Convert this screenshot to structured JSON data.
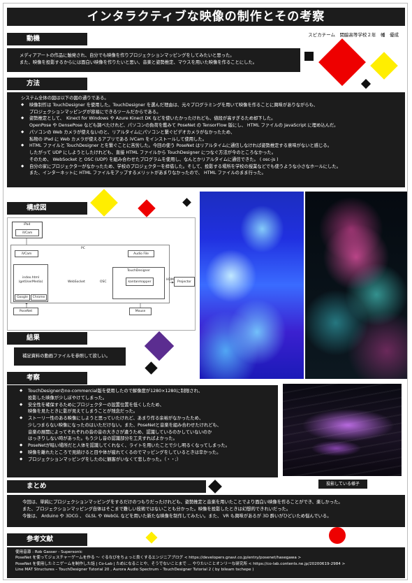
{
  "title": "インタラクティブな映像の制作とその考察",
  "author": "スピカチーム　関脇高等学校２年　幡　優成",
  "sections": {
    "motivation": {
      "label": "動機",
      "lines": [
        "メディアアートの作品に触発され、自分でも映像を作りプロジェクションマッピングをしてみたいと思った。",
        "また、映像を投影するからには面白い映像を作りたいと思い、音楽と姿勢推定、マウスを用いた映像を作ることにした。"
      ]
    },
    "method": {
      "label": "方法",
      "intro": "システム全体の図は以下の図の通りである。",
      "items": [
        {
          "text": "映像制作は TouchDesigner を使用した。TouchDesigner を選んだ理由は、元々プログラミングを用いて映像を作ることに興味がありながらも、",
          "cont": [
            "プロジェクションマッピングが容易にできるツールだからである。"
          ]
        },
        {
          "text": "姿勢推定として、　Kinect for Windows や Azure Kinect DK などを使いたかったけれども、値段が高すぎるため却下した。",
          "cont": [
            "OpenPose や DensePose なども調べたけれど、パソコンの負荷を鑑みて PoseNet の TensorFlow 版にし、 HTML ファイルの JavaScript に埋め込んだ。"
          ]
        },
        {
          "text": "パソコンの Web カメラが使えないのと、リアルタイムにパソコンと繋ぐビデオカメラがなかったため、",
          "cont": [
            "私物の iPad に Web カメラが使えるアプリである iVCam をインストールして使用した。"
          ]
        },
        {
          "text": " HTML ファイルと TouchDesigner とを繋ぐことに苦労した。今回の使う PoseNet はリアルタイムに通信しなければ姿勢推定する意味がないと感じる。",
          "cont": [
            "したがって UDP にしようとしたけれども、直接 HTML ファイルから TouchDesigner につなぐ方法が今のところなかった。",
            "そのため、 WebSocket と OSC (UDP) を組み合わせたプログラムを使用し、なんとかリアルタイムに通信できた。 ( osc-js )"
          ]
        },
        {
          "text": "自分の家にプロジェクターがなかったため、学校のプロジェクターを拝借した。そして、投影する場所を学校の授業などでも使うような小さなホールにした。",
          "cont": []
        }
      ],
      "tail": "また、インターネットに HTML ファイルをアップするメリットがあまりなかったので、 HTML ファイルのまま行った。"
    },
    "structure": {
      "label": "構成図"
    },
    "result": {
      "label": "結果",
      "text": "補足資料の動画ファイルを参照して欲しい。"
    },
    "discussion": {
      "label": "考察",
      "items": [
        {
          "text": "TouchDesignerのno-commercial版を使用したので解像度が1280×1280に制限され、",
          "cont": [
            "投影した映像が少しぼやけてしまった。"
          ]
        },
        {
          "text": "安全性を確保するためにプロジェクターの設置位置を低くしたため、",
          "cont": [
            "映像を見たときに影が見えてしまうことが残念だった。"
          ]
        },
        {
          "text": "ストーリー性のある映像にしようと思っていたけれど、あまり作る余裕がなかったため、",
          "cont": [
            "少しつまらない映像になったのはいただけない。また、PoseNetと音楽を組み合わせたけれども、",
            "音楽の展開によってそれぞれの音の音の大きさが違うため、認識しているのかしていないのか",
            "はっきりしない時があった。もう少し音の認識部分を工夫すればよかった。"
          ]
        },
        {
          "text": "PoseNetが暗い場所だと人体を認識してくれなく、ライトを用いたことで少し明るくなってしまった。",
          "cont": []
        },
        {
          "text": "映像を離れたところで見続けると目や体が疲れてくるのでマッピングをしているときは辛かった。",
          "cont": []
        },
        {
          "text": "プロジェクションマッピングをしたのに観客がいなくて悲しかった。（・・;）",
          "cont": []
        }
      ]
    },
    "summary": {
      "label": "まとめ",
      "lines": [
        "今回は、単純にプロジェクションマッピングをするだけのつもりだったけれども、姿勢推定と音楽を用いたことでより面白い映像を作ることができ、楽しかった。",
        "また、プロジェクションマッピング自体はそこまで難しい技術ではないことも分かった。映像を投影したときは幻想的できれいだった。",
        "今後は、 Arduino や 3DCG 、 GLSL や WebGL などを用いた新たな映像を制作してみたい。また、 VR も興味があるが 3D 酔いがひどいため悩んでいる。"
      ]
    },
    "references": {
      "label": "参考文献",
      "lines": [
        "使用音源 : Rob Gasser - Supersonic",
        "PoseNet を使ってジェスチャーゲームを作る ～ ぐるなびをちょっと良くするエンジニアブログ < https://developers.gnavi.co.jp/entry/posenet/hasegawa >",
        "PoseNet を使用したミニゲームを制作した話 | Co-Lab | ためになることや、そうでないことまで ... やりたいことオンリーな研究所 < https://co-lab.contents.ne.jp/20200619-2984 >",
        "Line MAT Structures – TouchDesigner Tutorial 20 ,  Aurora Audio Spectrum – TouchDesigner Tutorial 2 ( by bileam tschepe )"
      ]
    }
  },
  "diagram": {
    "ipad_top": "iPad",
    "ivcam_top": "iVCam",
    "pc": "PC",
    "ivcam_pc": "iVCam",
    "index_html": "index.html\n(getUserMedia)",
    "google": "Google",
    "chrome": "Chrome",
    "posenet": "PoseNet",
    "websocket": "WebSocket",
    "osc": "OSC",
    "audio_file": "Audio File",
    "touchdesigner": "TouchDesigner",
    "kantanmapper": "kantanmapper",
    "hdmi": "HDMI",
    "projector": "Projector",
    "mouse": "Mouse"
  },
  "photo_caption": "投影している様子",
  "colors": {
    "panel": "#1c1c1c",
    "red": "#ee0000",
    "yellow": "#ffee00",
    "purple": "#5b2d90",
    "black": "#111111"
  }
}
